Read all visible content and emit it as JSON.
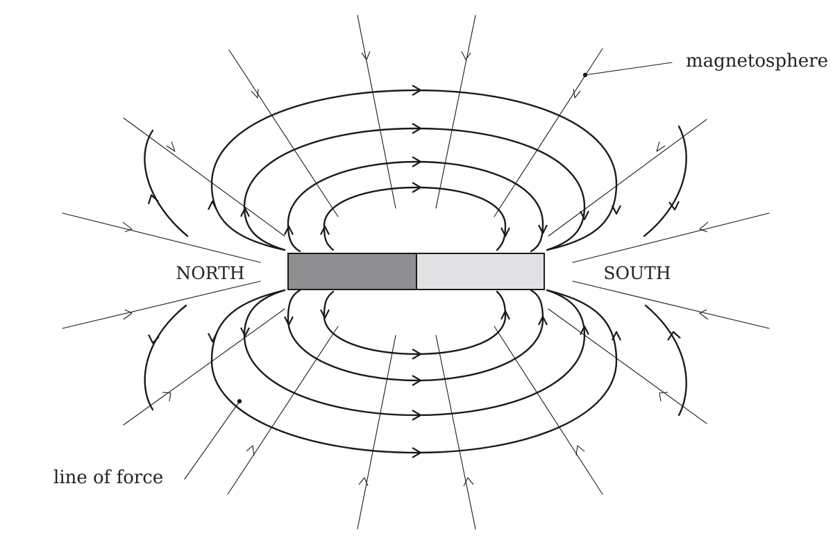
{
  "labels": {
    "north": "NORTH",
    "south": "SOUTH",
    "magnetosphere": "magnetosphere",
    "line_of_force": "line of force"
  },
  "colors": {
    "north_pole": "#8f8f92",
    "south_pole": "#e2e2e4",
    "ink": "#1a1a1a"
  }
}
